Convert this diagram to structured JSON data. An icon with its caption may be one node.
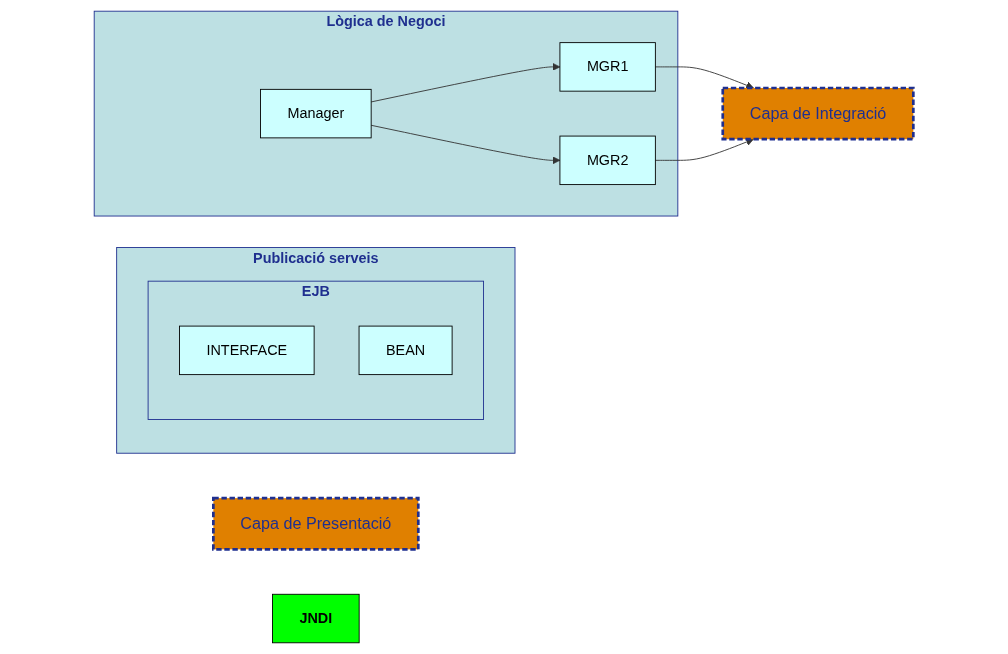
{
  "diagram": {
    "nodes": [
      {
        "text": [
          "Capa de Presentació"
        ]
      },
      {
        "text": [
          "JNDI"
        ]
      },
      {
        "text": [
          "Publicació serveis"
        ]
      },
      {
        "text": [
          "EJB"
        ],
        "in": 2
      },
      {
        "text": [
          "INTERFACE"
        ],
        "in": 3
      },
      {
        "text": [
          "BEAN"
        ],
        "in": 3
      },
      {
        "text": [
          "Lògica de Negoci"
        ]
      },
      {
        "text": [
          "Manager"
        ],
        "in": 6
      },
      {
        "text": [
          "MGR1"
        ],
        "in": 6
      },
      {
        "text": [
          "MGR2"
        ],
        "in": 6
      },
      {
        "text": [
          "Capa de Integració"
        ]
      }
    ],
    "edges": [
      {
        "from": 7,
        "to": 8,
        "arrow": "to"
      },
      {
        "from": 7,
        "to": 9,
        "arrow": "to"
      },
      {
        "from": 8,
        "to": 10,
        "arrow": "to"
      },
      {
        "from": 9,
        "to": 10,
        "arrow": "to"
      }
    ]
  }
}
